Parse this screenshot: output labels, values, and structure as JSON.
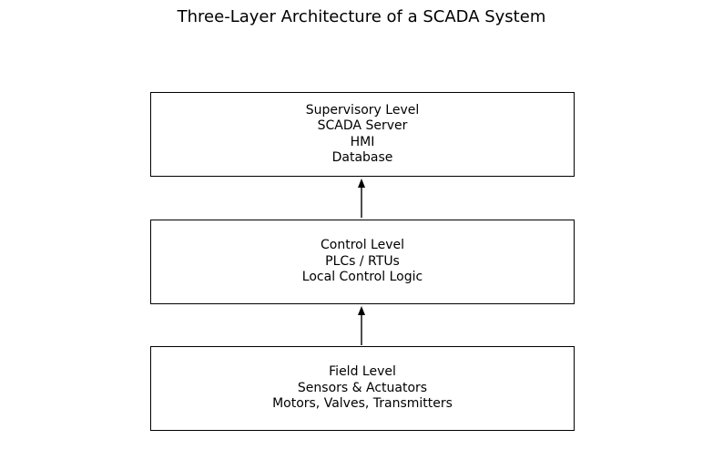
{
  "diagram": {
    "title": "Three-Layer Architecture of a SCADA System",
    "layers": [
      {
        "id": "supervisory",
        "lines": [
          "Supervisory Level",
          "SCADA Server",
          "HMI",
          "Database"
        ]
      },
      {
        "id": "control",
        "lines": [
          "Control Level",
          "PLCs / RTUs",
          "Local Control Logic"
        ]
      },
      {
        "id": "field",
        "lines": [
          "Field Level",
          "Sensors & Actuators",
          "Motors, Valves, Transmitters"
        ]
      }
    ],
    "arrows": [
      {
        "from": "field",
        "to": "control",
        "direction": "up"
      },
      {
        "from": "control",
        "to": "supervisory",
        "direction": "up"
      }
    ],
    "colors": {
      "background": "#ffffff",
      "box_border": "#000000",
      "text": "#000000",
      "arrow": "#000000"
    }
  }
}
